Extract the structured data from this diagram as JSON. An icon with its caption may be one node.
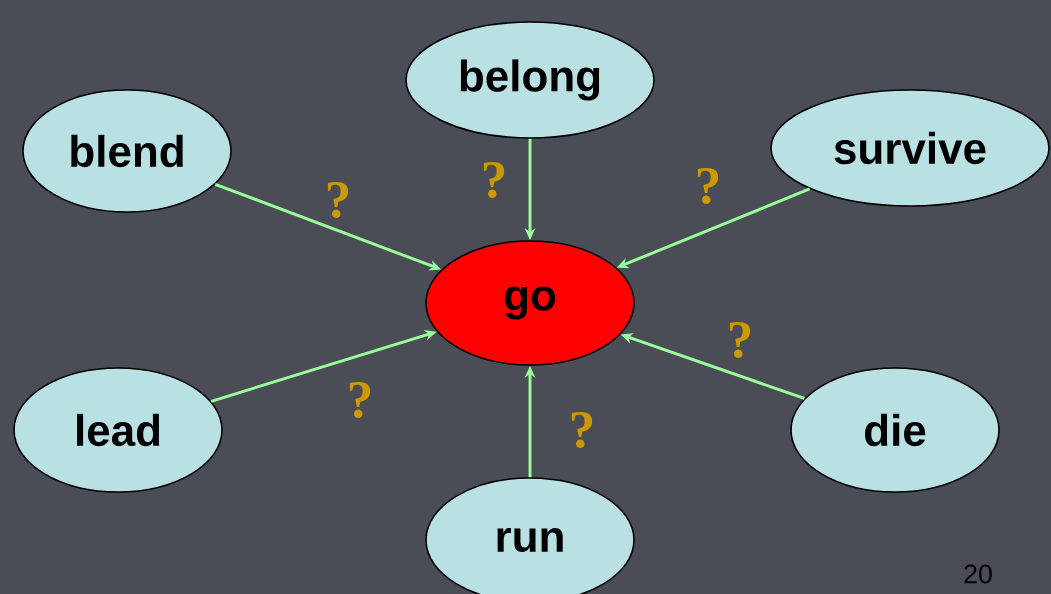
{
  "diagram": {
    "nodes": [
      {
        "text": [
          "belong"
        ]
      },
      {
        "text": [
          "blend"
        ]
      },
      {
        "text": [
          "survive"
        ]
      },
      {
        "text": [
          "go"
        ]
      },
      {
        "text": [
          "lead"
        ]
      },
      {
        "text": [
          "die"
        ]
      },
      {
        "text": [
          "run"
        ]
      }
    ],
    "edges": [
      {
        "from": 0,
        "to": 3,
        "arrow": "to",
        "label": "?"
      },
      {
        "from": 1,
        "to": 3,
        "arrow": "to",
        "label": "?"
      },
      {
        "from": 2,
        "to": 3,
        "arrow": "to",
        "label": "?"
      },
      {
        "from": 4,
        "to": 3,
        "arrow": "to",
        "label": "?"
      },
      {
        "from": 5,
        "to": 3,
        "arrow": "to",
        "label": "?"
      },
      {
        "from": 6,
        "to": 3,
        "arrow": "to",
        "label": "?"
      }
    ],
    "labels": [
      "20"
    ]
  }
}
